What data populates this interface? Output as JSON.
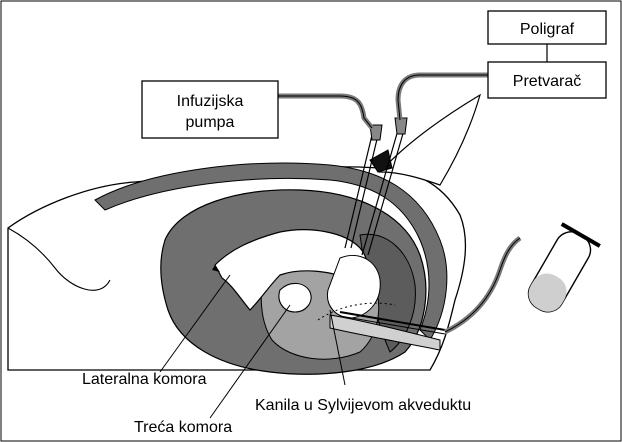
{
  "boxes": {
    "poligraf": "Poligraf",
    "pretvarac": "Pretvarač",
    "pump_line1": "Infuzijska",
    "pump_line2": "pumpa"
  },
  "labels": {
    "lateral": "Lateralna komora",
    "third": "Treća komora",
    "cannula": "Kanila u Sylvijevom akveduktu"
  },
  "colors": {
    "dark_gray": "#6f6f6f",
    "mid_gray": "#9a9a9a",
    "light_gray": "#cfcfcf",
    "outline": "#000000"
  }
}
